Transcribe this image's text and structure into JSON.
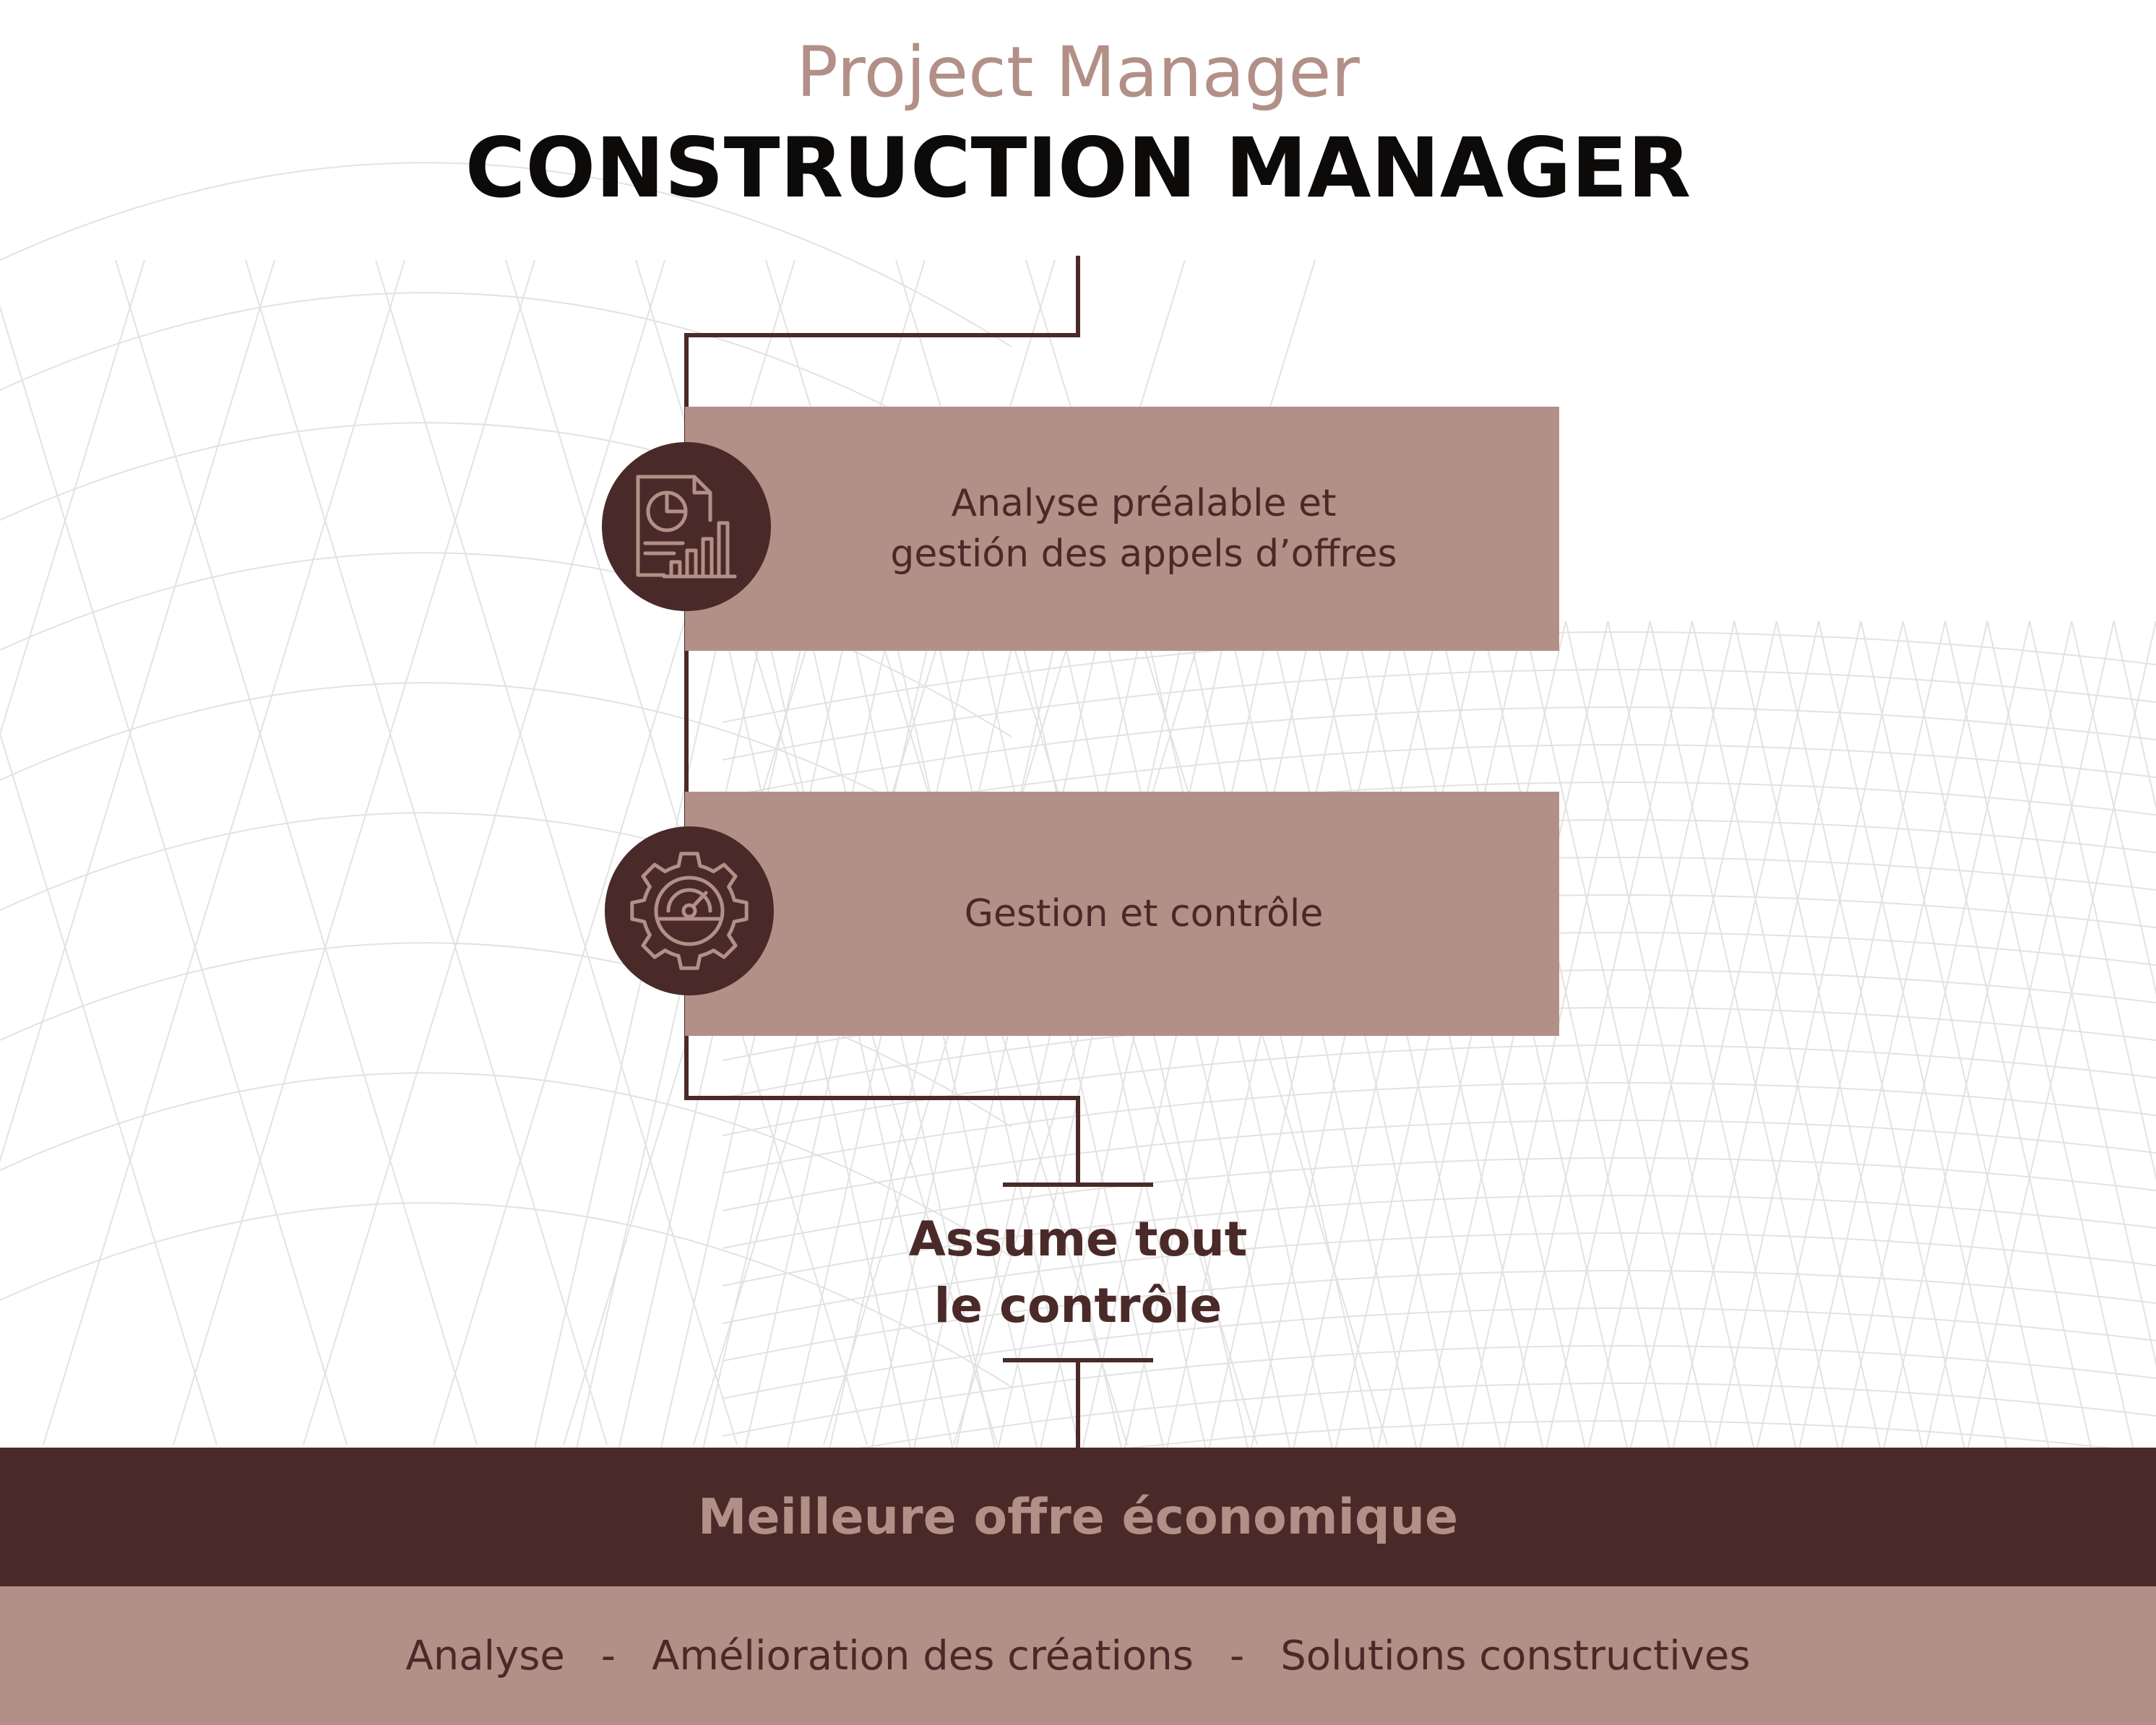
{
  "header": {
    "subtitle": "Project Manager",
    "title": "CONSTRUCTION MANAGER"
  },
  "steps": [
    {
      "icon": "document-chart-icon",
      "lines": [
        "Analyse préalable et",
        "gestión des appels d’offres"
      ]
    },
    {
      "icon": "gear-gauge-icon",
      "lines": [
        "Gestion et contrôle"
      ]
    }
  ],
  "outcome": {
    "lines": [
      "Assume tout",
      "le contrôle"
    ]
  },
  "result_band": {
    "label": "Meilleure offre économique"
  },
  "benefits": {
    "items": [
      "Analyse",
      "Amélioration des créations",
      "Solutions constructives"
    ],
    "separator": "-"
  },
  "colors": {
    "accent_light": "#b29087",
    "accent_dark": "#4a2a28",
    "title": "#0d0a0a",
    "background": "#ffffff"
  }
}
